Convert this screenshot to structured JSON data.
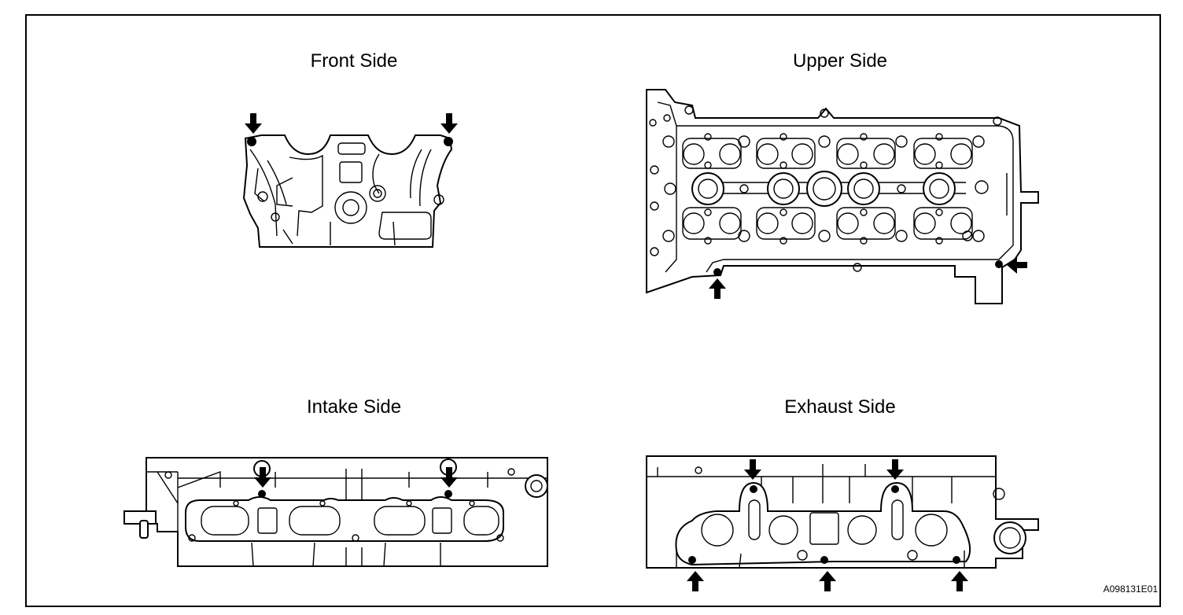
{
  "views": [
    {
      "id": "front",
      "label": "Front Side"
    },
    {
      "id": "upper",
      "label": "Upper Side"
    },
    {
      "id": "intake",
      "label": "Intake Side"
    },
    {
      "id": "exhaust",
      "label": "Exhaust Side"
    }
  ],
  "figure_code": "A098131E01",
  "colors": {
    "line": "#000000",
    "background": "#ffffff"
  }
}
